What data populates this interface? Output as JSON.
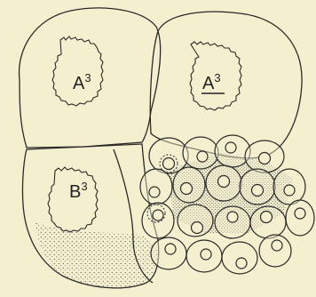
{
  "figure": {
    "labels": [
      {
        "id": "a3-left",
        "base": "A",
        "superscript": "3",
        "underlined": false
      },
      {
        "id": "a3-right",
        "base": "A",
        "superscript": "3",
        "underlined": true
      },
      {
        "id": "b3",
        "base": "B",
        "superscript": "3",
        "underlined": false
      }
    ],
    "colors": {
      "background": "#f3efcf",
      "ink": "#2a2a2a",
      "stipple": "#555555"
    }
  }
}
